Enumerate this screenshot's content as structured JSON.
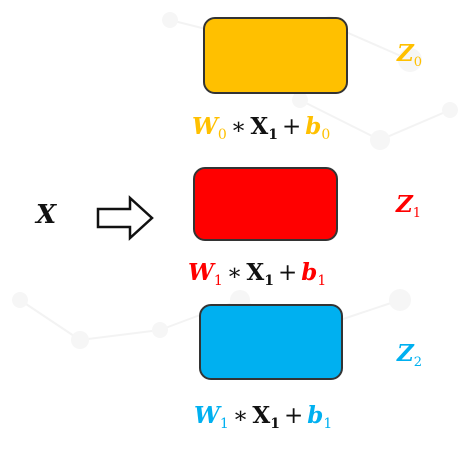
{
  "colors": {
    "orange": "#FFC000",
    "red": "#FF0000",
    "blue": "#00B0F0",
    "ink": "#111111"
  },
  "input": {
    "label": "X",
    "arrow_icon": "hollow-right-arrow-icon"
  },
  "neurons": [
    {
      "color": "#FFC000",
      "output": {
        "name": "Z",
        "subscript": "0"
      },
      "equation": {
        "weight": "W",
        "weight_sub": "0",
        "op1": "∗",
        "input": "X",
        "input_sub": "1",
        "op2": "+",
        "bias": "b",
        "bias_sub": "0"
      }
    },
    {
      "color": "#FF0000",
      "output": {
        "name": "Z",
        "subscript": "1"
      },
      "equation": {
        "weight": "W",
        "weight_sub": "1",
        "op1": "∗",
        "input": "X",
        "input_sub": "1",
        "op2": "+",
        "bias": "b",
        "bias_sub": "1"
      }
    },
    {
      "color": "#00B0F0",
      "output": {
        "name": "Z",
        "subscript": "2"
      },
      "equation": {
        "weight": "W",
        "weight_sub": "1",
        "op1": "∗",
        "input": "X",
        "input_sub": "1",
        "op2": "+",
        "bias": "b",
        "bias_sub": "1"
      }
    }
  ]
}
